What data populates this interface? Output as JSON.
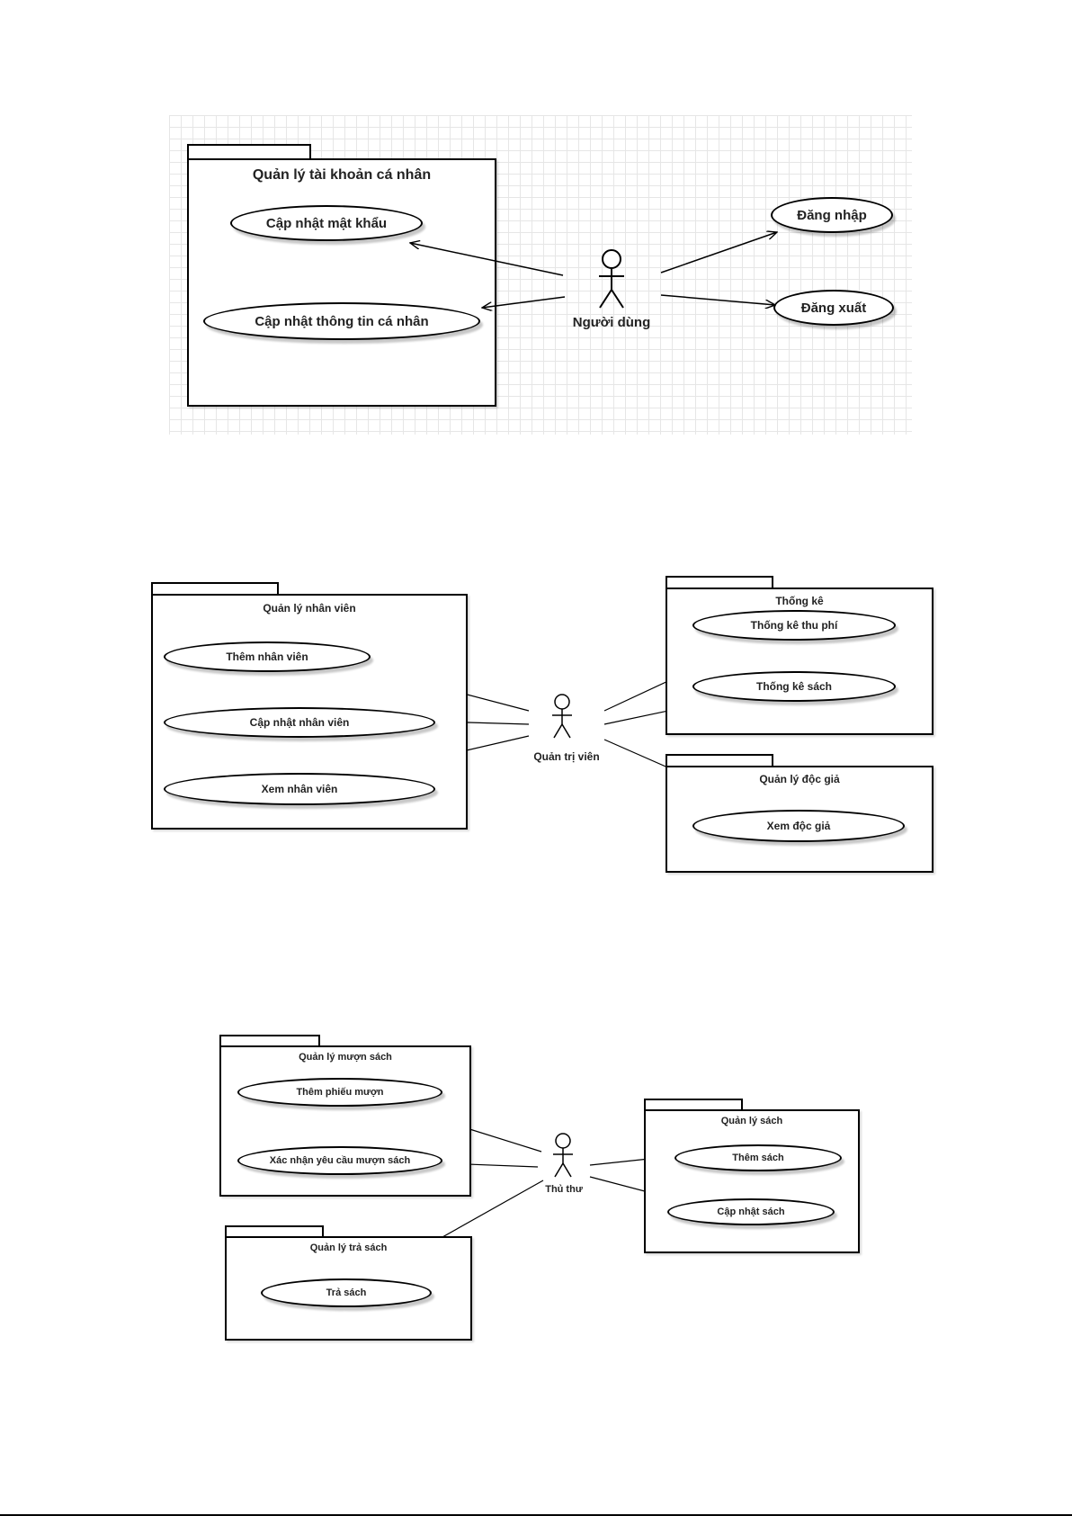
{
  "diagram1": {
    "package_title": "Quản lý tài khoản cá nhân",
    "actor": "Người dùng",
    "use_cases": {
      "update_password": "Cập nhật mật khẩu",
      "update_info": "Cập nhật thông tin cá nhân",
      "login": "Đăng nhập",
      "logout": "Đăng xuất"
    }
  },
  "diagram2": {
    "actor": "Quản trị viên",
    "staff_package": {
      "title": "Quản lý nhân viên",
      "use_cases": [
        "Thêm nhân viên",
        "Cập nhật nhân viên",
        "Xem nhân viên"
      ]
    },
    "stats_package": {
      "title": "Thống kê",
      "use_cases": [
        "Thống kê thu  phí",
        "Thống kê sách"
      ]
    },
    "reader_package": {
      "title": "Quản lý độc giả",
      "use_cases": [
        "Xem độc giả"
      ]
    }
  },
  "diagram3": {
    "actor": "Thủ thư",
    "borrow_package": {
      "title": "Quản lý mượn sách",
      "use_cases": [
        "Thêm phiếu mượn",
        "Xác nhận yêu cầu mượn sách"
      ]
    },
    "return_package": {
      "title": "Quản lý trả sách",
      "use_cases": [
        "Trả sách"
      ]
    },
    "book_package": {
      "title": "Quản lý sách",
      "use_cases": [
        "Thêm sách",
        "Cập nhật sách"
      ]
    }
  }
}
